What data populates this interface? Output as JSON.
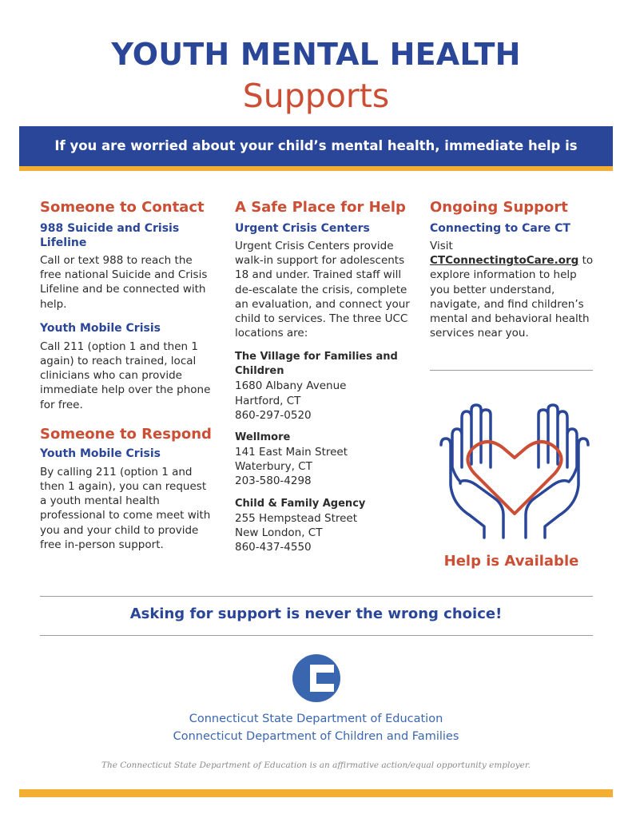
{
  "title": {
    "line1": "YOUTH MENTAL HEALTH",
    "line2": "Supports"
  },
  "banner": "If you are worried about your child’s mental health, immediate help is available!",
  "col1": {
    "h1": "Someone to Contact",
    "s1": "988 Suicide and Crisis Lifeline",
    "p1": "Call or text 988 to reach the free national Suicide and Crisis Lifeline and be connected with help.",
    "s2": "Youth Mobile Crisis",
    "p2": "Call 211 (option 1 and then 1 again) to reach trained, local clinicians who can provide immediate help over the phone for free.",
    "h2": "Someone to Respond",
    "s3": "Youth Mobile Crisis",
    "p3": "By calling 211 (option 1 and then 1 again), you can request a youth mental health professional to come meet with you and your child to provide free in-person support."
  },
  "col2": {
    "h1": "A Safe Place for Help",
    "s1": "Urgent Crisis Centers",
    "p1": "Urgent Crisis Centers provide walk-in support for adolescents 18 and under. Trained staff will de-escalate the crisis, complete an evaluation, and connect your child to services. The three UCC locations are:",
    "locations": [
      {
        "name": "The Village for Families and Children",
        "street": "1680 Albany Avenue",
        "city": "Hartford, CT",
        "phone": "860-297-0520"
      },
      {
        "name": "Wellmore",
        "street": "141 East Main Street",
        "city": "Waterbury, CT",
        "phone": "203-580-4298"
      },
      {
        "name": "Child & Family Agency",
        "street": "255 Hempstead Street",
        "city": "New London, CT",
        "phone": "860-437-4550"
      }
    ]
  },
  "col3": {
    "h1": "Ongoing Support",
    "s1": "Connecting to Care CT",
    "visit": "Visit",
    "link": "CTConnectingtoCare.org",
    "p1": "to explore information to help you better understand, navigate, and find children’s mental and behavioral health services near you.",
    "help": "Help is Available"
  },
  "tagline": "Asking for support is never the wrong choice!",
  "dept1": "Connecticut State Department of Education",
  "dept2": "Connecticut Department of Children and Families",
  "eeo": "The Connecticut State Department of Education is an affirmative action/equal opportunity employer.",
  "colors": {
    "navy": "#2a4698",
    "orange": "#cb4e35",
    "gold": "#f3ae34",
    "logo_blue": "#3a66b0"
  },
  "icons": {
    "hands": "hands-heart-icon",
    "logo": "ct-logo-icon"
  }
}
